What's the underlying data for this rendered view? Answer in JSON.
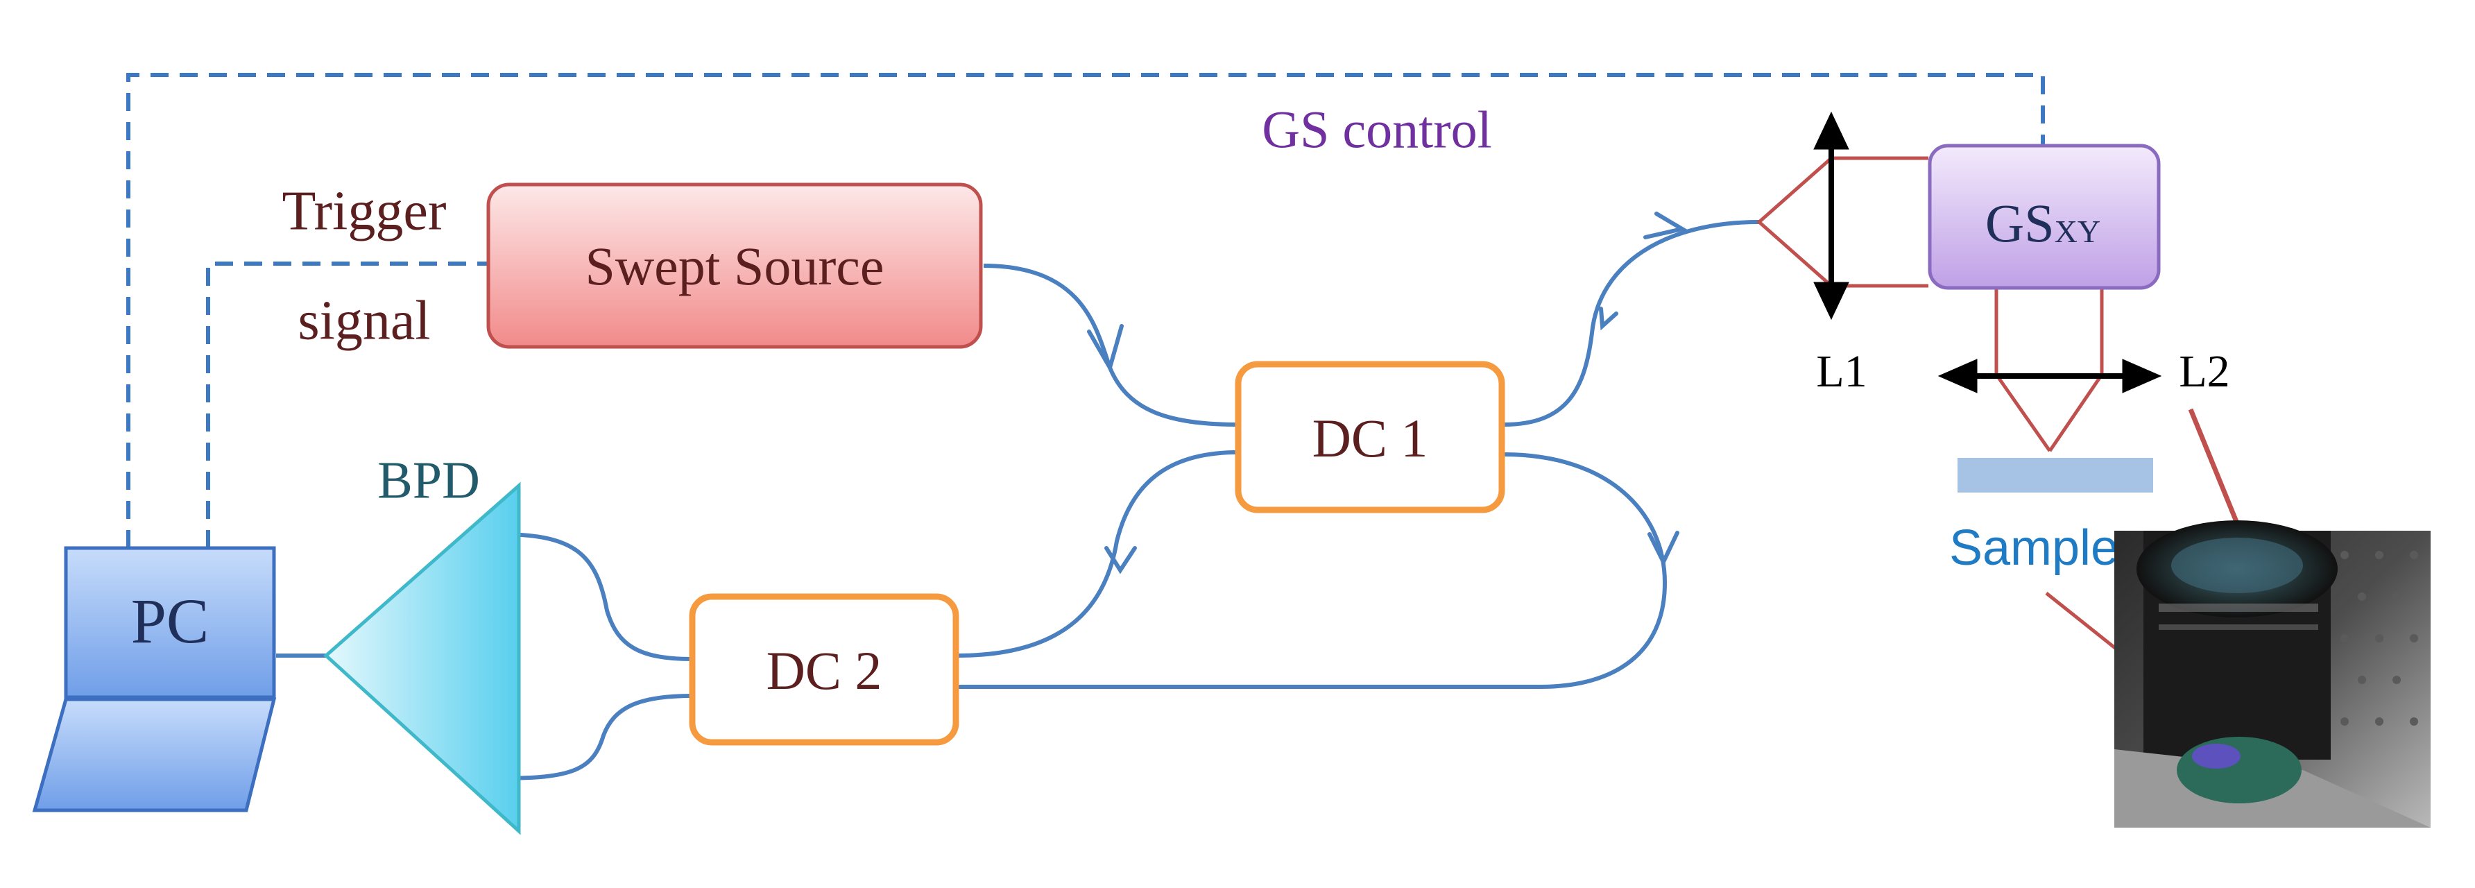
{
  "labels": {
    "gs_control": "GS control",
    "trigger_line1": "Trigger",
    "trigger_line2": "signal",
    "swept_source": "Swept Source",
    "dc1": "DC 1",
    "dc2": "DC 2",
    "bpd": "BPD",
    "pc": "PC",
    "gs_main": "GS",
    "gs_sub": "XY",
    "l1": "L1",
    "l2": "L2",
    "sample": "Sample"
  },
  "colors": {
    "fiber": "#4a7fc0",
    "control_dash": "#3d78c3",
    "trigger_dash": "#3d78c3",
    "beam": "#c0504d",
    "dc_border": "#f59a3f",
    "swept_fill_top": "#fbe0e0",
    "swept_fill_bottom": "#f48e8e",
    "swept_border": "#c0504d",
    "gs_fill_top": "#efe4fa",
    "gs_fill_bottom": "#c5a8ea",
    "gs_border": "#8a6bc0",
    "gs_control_text": "#7030a0",
    "dark_text": "#5b1f1f",
    "bpd_text": "#215b6b",
    "sample_text": "#1e7bc4",
    "pc_fill": "#8fb4f0",
    "pc_border": "#3d6fc0",
    "bpd_fill": "#6dd6f0",
    "sample_slab": "#a6c2e4"
  }
}
